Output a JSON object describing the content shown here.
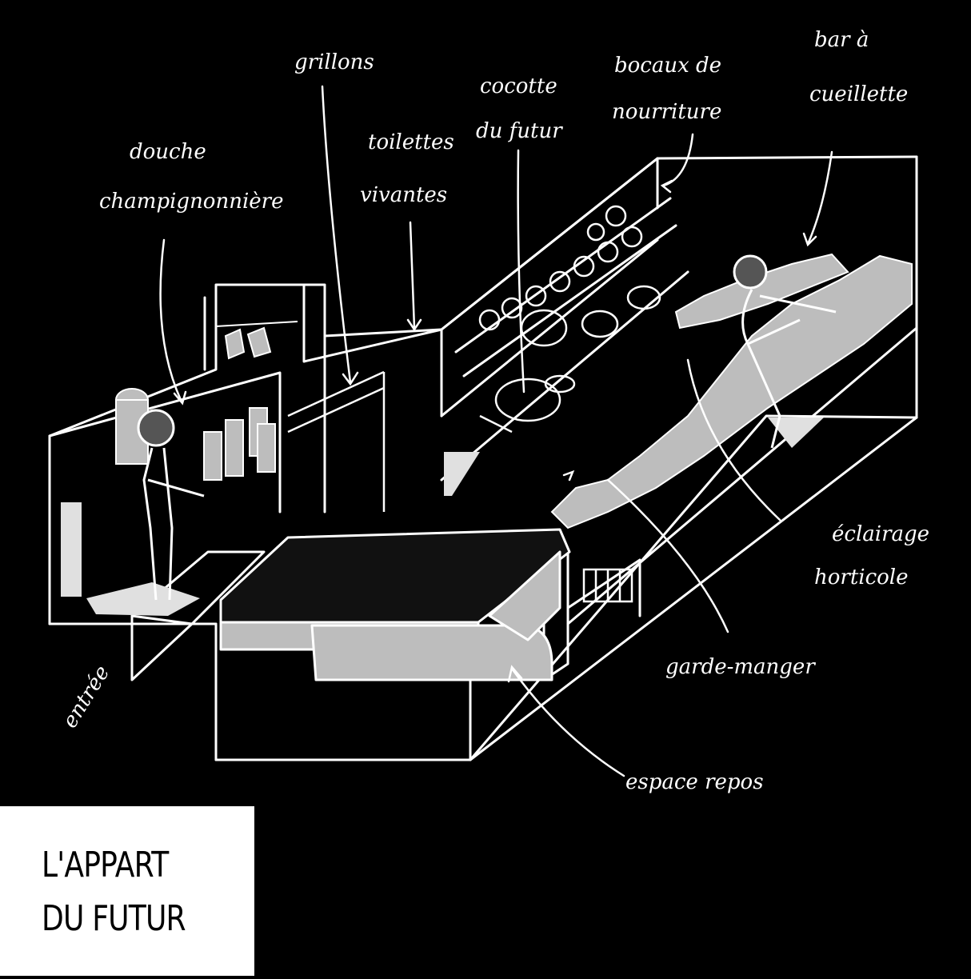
{
  "labels": {
    "grillons": "grillons",
    "toilettes_1": "toilettes",
    "toilettes_2": "vivantes",
    "cocotte_1": "cocotte",
    "cocotte_2": "du futur",
    "bocaux_1": "bocaux de",
    "bocaux_2": "nourriture",
    "bar_1": "bar à",
    "bar_2": "cueillette",
    "douche_1": "douche",
    "douche_2": "champignonnière",
    "eclairage_1": "éclairage",
    "eclairage_2": "horticole",
    "garde_manger": "garde-manger",
    "espace_repos": "espace repos",
    "entree": "entrée"
  },
  "title": {
    "line1": "L'APPART",
    "line2": "DU FUTUR"
  },
  "colors": {
    "background": "#000000",
    "line": "#ffffff",
    "fill_gray": "#bdbdbd",
    "card": "#ffffff"
  }
}
